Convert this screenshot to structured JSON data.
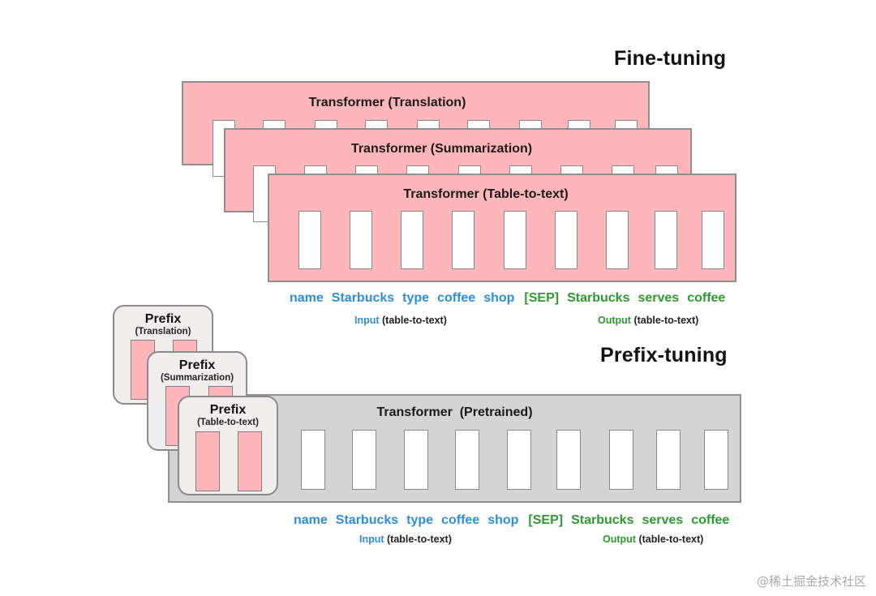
{
  "finetuning": {
    "title": "Fine-tuning",
    "boxes": [
      {
        "label": "Transformer (Translation)"
      },
      {
        "label": "Transformer (Summarization)"
      },
      {
        "label": "Transformer (Table-to-text)"
      }
    ],
    "tokens_input": [
      "name",
      "Starbucks",
      "type",
      "coffee",
      "shop"
    ],
    "tokens_output": [
      "[SEP]",
      "Starbucks",
      "serves",
      "coffee"
    ],
    "caption_input_word": "Input",
    "caption_input_rest": " (table-to-text)",
    "caption_output_word": "Output",
    "caption_output_rest": " (table-to-text)"
  },
  "prefixtuning": {
    "title": "Prefix-tuning",
    "prefixes": [
      {
        "title": "Prefix",
        "sub": "(Translation)"
      },
      {
        "title": "Prefix",
        "sub": "(Summarization)"
      },
      {
        "title": "Prefix",
        "sub": "(Table-to-text)"
      }
    ],
    "transformer_label": "Transformer  (Pretrained)",
    "tokens_input": [
      "name",
      "Starbucks",
      "type",
      "coffee",
      "shop"
    ],
    "tokens_output": [
      "[SEP]",
      "Starbucks",
      "serves",
      "coffee"
    ],
    "caption_input_word": "Input",
    "caption_input_rest": " (table-to-text)",
    "caption_output_word": "Output",
    "caption_output_rest": " (table-to-text)"
  },
  "colors": {
    "transformer_pink": "#ffb6bb",
    "transformer_gray": "#d4d4d4",
    "prefix_card": "#f1eded",
    "input_blue": "#2d8ee0",
    "output_green": "#2c9a2e"
  },
  "watermark": "@稀土掘金技术社区"
}
